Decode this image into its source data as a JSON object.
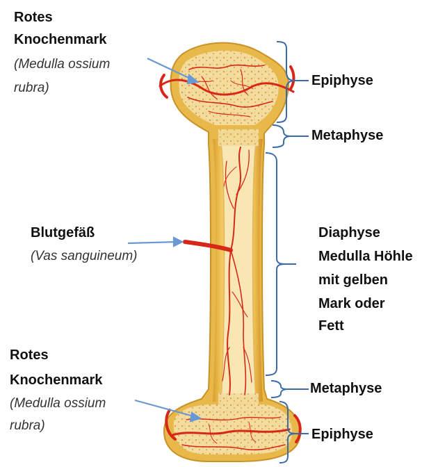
{
  "labels": {
    "top_marrow_title_1": "Rotes",
    "top_marrow_title_2": "Knochenmark",
    "top_marrow_latin_1": "(Medulla ossium",
    "top_marrow_latin_2": "rubra)",
    "vessel_title": "Blutgefäß",
    "vessel_latin": "(Vas sanguineum)",
    "bottom_marrow_title_1": "Rotes",
    "bottom_marrow_title_2": "Knochenmark",
    "bottom_marrow_latin_1": "(Medulla ossium",
    "bottom_marrow_latin_2": "rubra)",
    "epiphysis_top": "Epiphyse",
    "metaphysis_top": "Metaphyse",
    "diaphysis_1": "Diaphyse",
    "diaphysis_2": "Medulla Höhle",
    "diaphysis_3": "mit gelben",
    "diaphysis_4": "Mark oder",
    "diaphysis_5": "Fett",
    "metaphysis_bottom": "Metaphyse",
    "epiphysis_bottom": "Epiphyse"
  },
  "colors": {
    "bone_outer": "#e8b94a",
    "bone_inner": "#f7e3a6",
    "spongy": "#f3d79a",
    "vessel": "#d62718",
    "pointer": "#6a98d4",
    "bracket": "#3a6aa8"
  }
}
